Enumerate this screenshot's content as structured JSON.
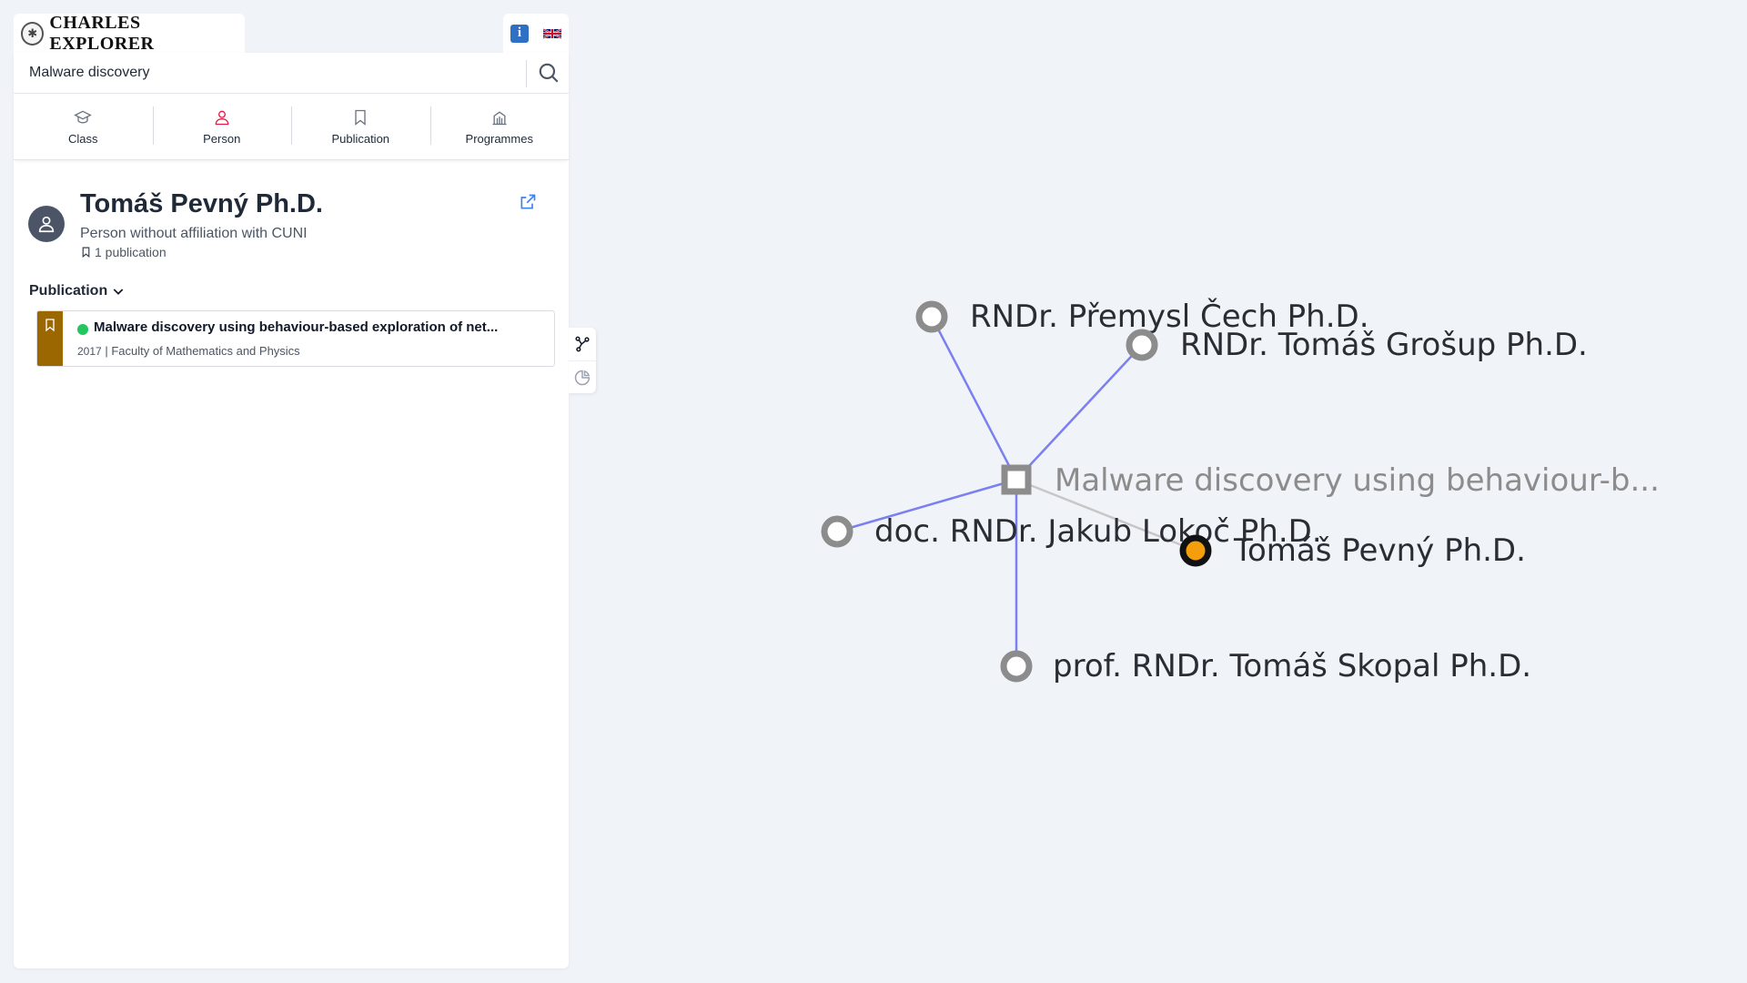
{
  "header": {
    "logo_text": "CHARLES EXPLORER",
    "info_label": "i",
    "language_icon": "uk-flag-icon"
  },
  "search": {
    "value": "Malware discovery",
    "placeholder": ""
  },
  "categories": [
    {
      "label": "Class",
      "icon": "graduation-cap-icon",
      "color": "#6b7280"
    },
    {
      "label": "Person",
      "icon": "person-icon",
      "color": "#e11d48"
    },
    {
      "label": "Publication",
      "icon": "bookmark-icon",
      "color": "#6b7280"
    },
    {
      "label": "Programmes",
      "icon": "building-icon",
      "color": "#6b7280"
    }
  ],
  "person": {
    "name": "Tomáš Pevný Ph.D.",
    "subtitle": "Person without affiliation with CUNI",
    "publication_count": "1 publication"
  },
  "publications": {
    "section_title": "Publication",
    "items": [
      {
        "title": "Malware discovery using behaviour-based exploration of net...",
        "year": "2017",
        "faculty": "Faculty of Mathematics and Physics",
        "status_color": "#22c55e",
        "strip_color": "#9a6700"
      }
    ]
  },
  "graph": {
    "center": {
      "label": "Malware discovery using behaviour-b..."
    },
    "nodes": [
      {
        "label": "RNDr. Přemysl Čech Ph.D."
      },
      {
        "label": "RNDr. Tomáš Grošup Ph.D."
      },
      {
        "label": "doc. RNDr. Jakub Lokoč Ph.D."
      },
      {
        "label": "Tomáš Pevný Ph.D.",
        "highlighted": true
      },
      {
        "label": "prof. RNDr. Tomáš Skopal Ph.D."
      }
    ],
    "edge_color": "#7b7ff0",
    "highlight_color": "#f59e0b"
  }
}
